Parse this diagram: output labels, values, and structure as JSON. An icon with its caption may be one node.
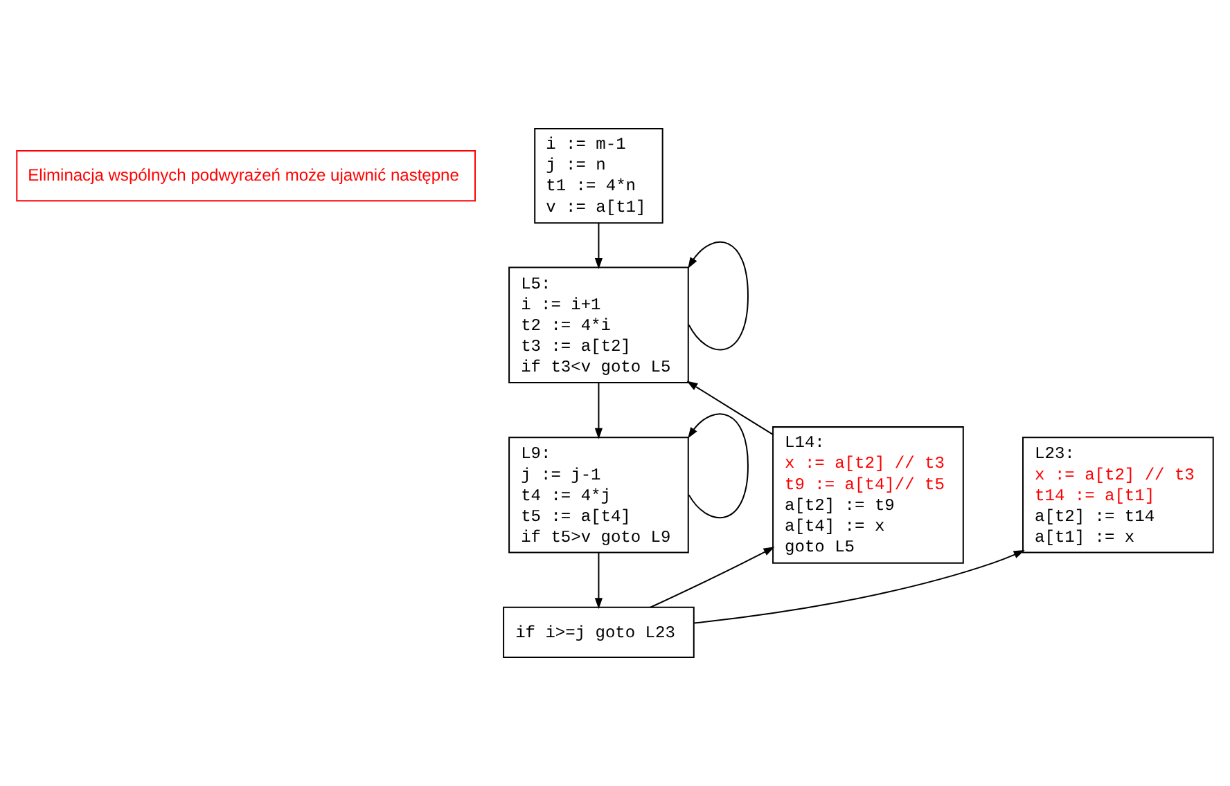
{
  "diagram": {
    "nodes": [
      {
        "text": [
          "Eliminacja wspólnych podwyrażeń może ujawnić następne"
        ]
      },
      {
        "text": [
          "i := m-1",
          "j := n",
          "t1 := 4*n",
          "v := a[t1]"
        ]
      },
      {
        "text": [
          "L5:",
          "i := i+1",
          "t2 := 4*i",
          "t3 := a[t2]",
          "if t3<v goto L5"
        ]
      },
      {
        "text": [
          "L14:",
          "x := a[t2] // t3",
          "t9 := a[t4]// t5",
          "a[t2] := t9",
          "a[t4] := x",
          "goto L5"
        ]
      },
      {
        "text": [
          "L9:",
          "j := j-1",
          "t4 := 4*j",
          "t5 := a[t4]",
          "if t5>v goto L9"
        ]
      },
      {
        "text": [
          "L23:",
          "x := a[t2] // t3",
          "t14 := a[t1]",
          "a[t2] := t14",
          "a[t1] := x"
        ]
      },
      {
        "text": [
          "if i>=j goto L23"
        ]
      }
    ],
    "edges": [
      {
        "from": 1,
        "to": 2,
        "arrow": "to"
      },
      {
        "from": 2,
        "to": 2,
        "arrow": "to"
      },
      {
        "from": 2,
        "to": 4,
        "arrow": "to"
      },
      {
        "from": 3,
        "to": 2,
        "arrow": "to"
      },
      {
        "from": 4,
        "to": 4,
        "arrow": "to"
      },
      {
        "from": 4,
        "to": 6,
        "arrow": "to"
      },
      {
        "from": 6,
        "to": 3,
        "arrow": "to"
      },
      {
        "from": 6,
        "to": 5,
        "arrow": "to"
      }
    ]
  }
}
